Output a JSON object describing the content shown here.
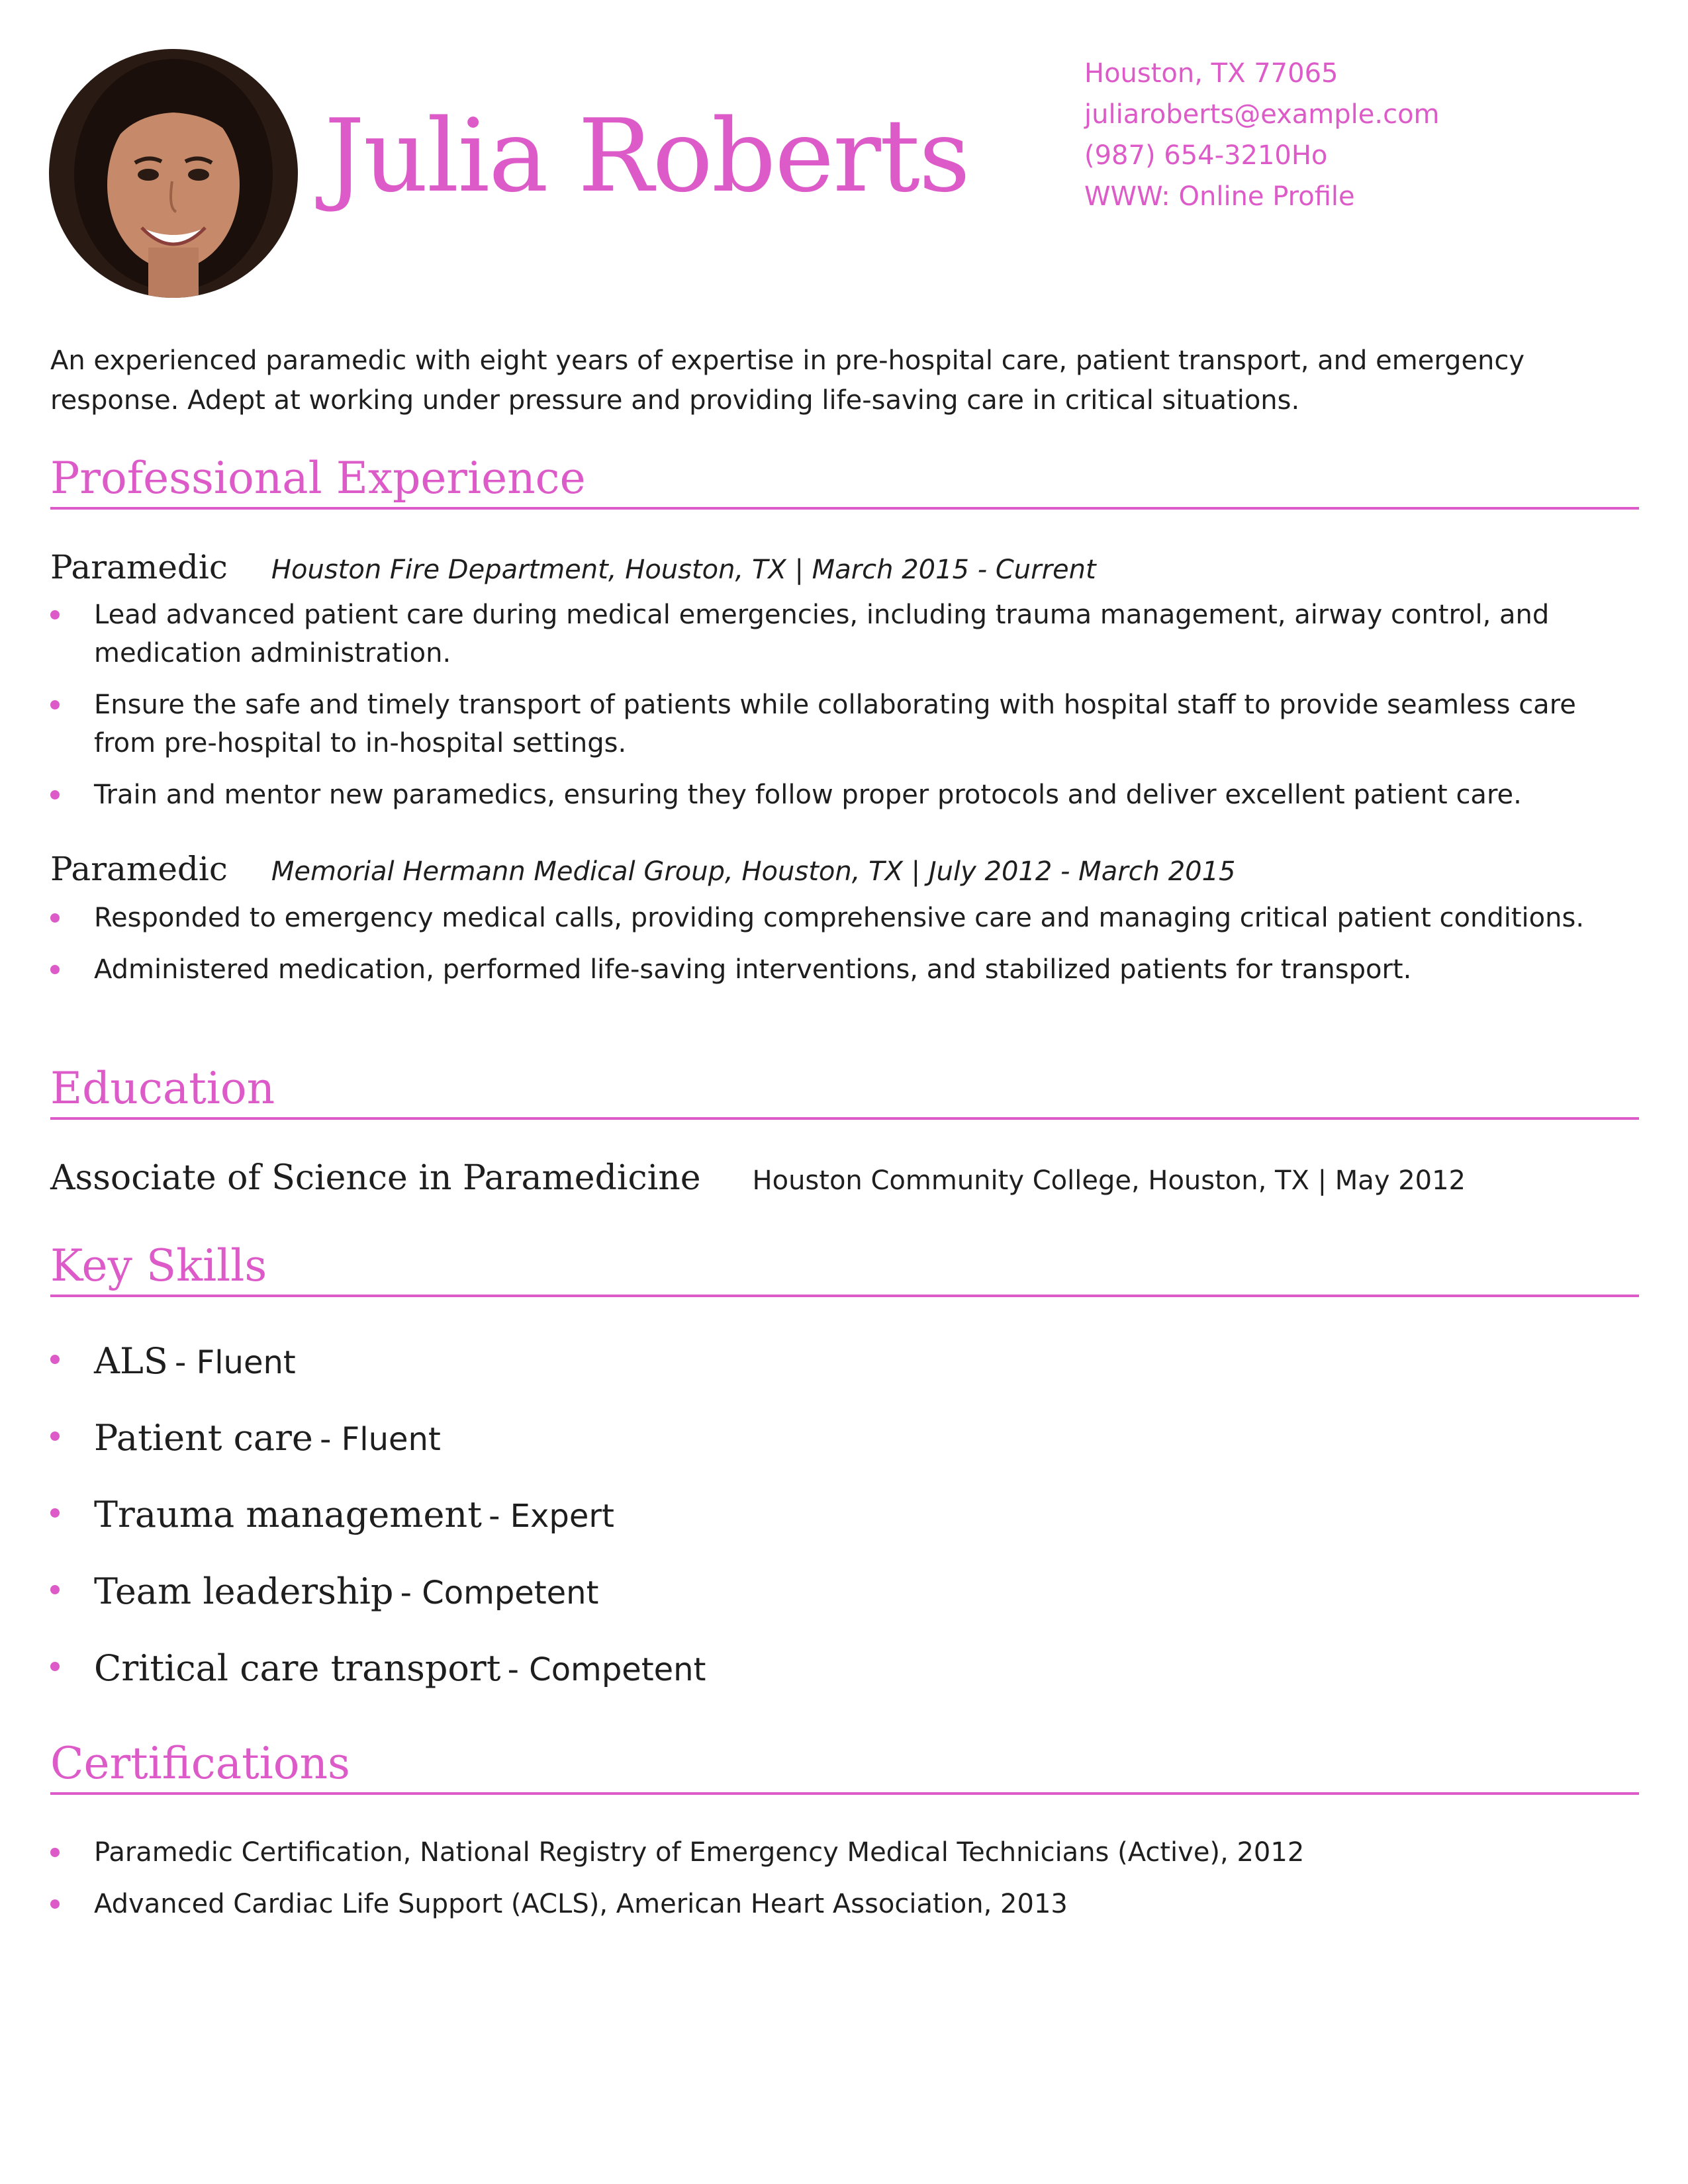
{
  "header": {
    "name": "Julia Roberts",
    "photo_alt": "profile-photo",
    "contact": {
      "address": "Houston, TX 77065",
      "email": "juliaroberts@example.com",
      "phone": "(987) 654-3210Ho",
      "website": "WWW: Online Profile"
    }
  },
  "summary": "An experienced paramedic with eight years of expertise in pre-hospital care, patient transport, and emergency response. Adept at working under pressure and providing life-saving care in critical situations.",
  "experience": {
    "title": "Professional Experience",
    "jobs": [
      {
        "role": "Paramedic",
        "meta": "Houston Fire Department, Houston, TX | March 2015 - Current",
        "bullets": [
          "Lead advanced patient care during medical emergencies, including trauma management, airway control, and medication administration.",
          "Ensure the safe and timely transport of patients while collaborating with hospital staff to provide seamless care from pre-hospital to in-hospital settings.",
          "Train and mentor new paramedics, ensuring they follow proper protocols and deliver excellent patient care."
        ]
      },
      {
        "role": "Paramedic",
        "meta": "Memorial Hermann Medical Group, Houston, TX | July 2012 - March 2015",
        "bullets": [
          "Responded to emergency medical calls, providing comprehensive care and managing critical patient conditions.",
          "Administered medication, performed life-saving interventions, and stabilized patients for transport."
        ]
      }
    ]
  },
  "education": {
    "title": "Education",
    "degree": "Associate of Science in Paramedicine",
    "meta": "Houston Community College, Houston, TX | May 2012"
  },
  "skills": {
    "title": "Key Skills",
    "items": [
      {
        "name": "ALS",
        "level": "- Fluent"
      },
      {
        "name": "Patient care",
        "level": "- Fluent"
      },
      {
        "name": "Trauma management",
        "level": "- Expert"
      },
      {
        "name": "Team leadership",
        "level": "- Competent"
      },
      {
        "name": "Critical care transport",
        "level": "- Competent"
      }
    ]
  },
  "certifications": {
    "title": "Certifications",
    "items": [
      "Paramedic Certification, National Registry of Emergency Medical Technicians (Active), 2012",
      "Advanced Cardiac Life Support (ACLS), American Heart Association, 2013"
    ]
  },
  "colors": {
    "accent": "#dd5bc8",
    "text": "#1e1e1e",
    "background": "#ffffff"
  }
}
